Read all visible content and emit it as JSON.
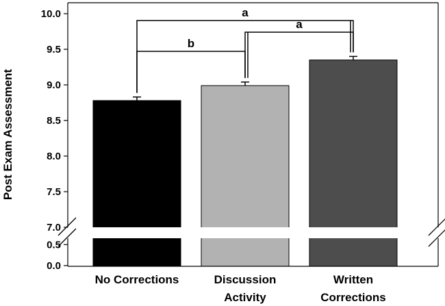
{
  "chart_data": {
    "type": "bar",
    "ylabel": "Post Exam Assessment",
    "xlabel": "",
    "title": "",
    "categories": [
      {
        "lines": [
          "No Corrections"
        ],
        "value": 8.78,
        "error": 0.05,
        "color": "#000000"
      },
      {
        "lines": [
          "Discussion",
          "Activity"
        ],
        "value": 8.99,
        "error": 0.05,
        "color": "#b2b2b2"
      },
      {
        "lines": [
          "Written",
          "Corrections"
        ],
        "value": 9.35,
        "error": 0.05,
        "color": "#4d4d4d"
      }
    ],
    "y_axis_break": {
      "lower_range": [
        0.0,
        0.7
      ],
      "upper_range": [
        7.0,
        10.0
      ]
    },
    "yticks_upper": [
      "7.0",
      "7.5",
      "8.0",
      "8.5",
      "9.0",
      "9.5",
      "10.0"
    ],
    "yticks_lower": [
      "0.0",
      "0.5"
    ],
    "significance": [
      {
        "from": 0,
        "to": 1,
        "label": "b"
      },
      {
        "from": 1,
        "to": 2,
        "label": "a"
      },
      {
        "from": 0,
        "to": 2,
        "label": "a"
      }
    ],
    "grid": false
  }
}
